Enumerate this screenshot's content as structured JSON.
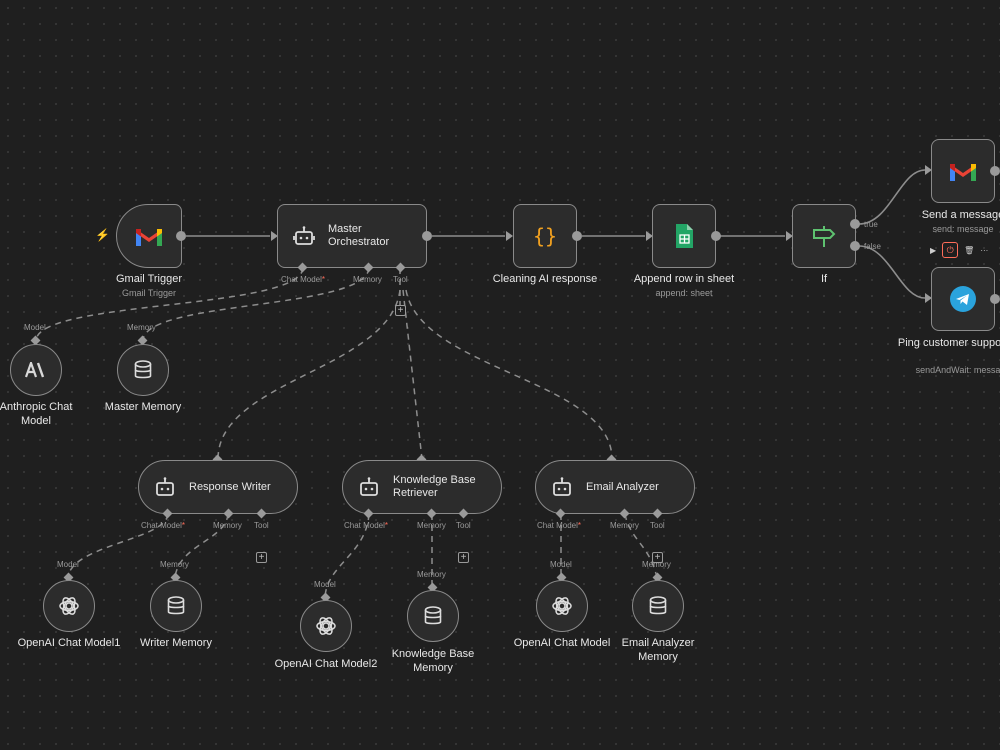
{
  "nodes": {
    "gmail_trigger": {
      "title": "Gmail Trigger",
      "subtitle": "Gmail Trigger"
    },
    "master": {
      "title": "Master Orchestrator",
      "ports": {
        "chat_model": "Chat Model",
        "memory": "Memory",
        "tool": "Tool"
      }
    },
    "cleaning": {
      "title": "Cleaning AI response"
    },
    "append": {
      "title": "Append row in sheet",
      "subtitle": "append: sheet"
    },
    "if": {
      "title": "If",
      "true_label": "true",
      "false_label": "false"
    },
    "send_message": {
      "title": "Send a message",
      "subtitle": "send: message"
    },
    "ping": {
      "title": "Ping customer support DM",
      "subtitle": "sendAndWait: message"
    },
    "anthropic": {
      "title": "Anthropic Chat Model",
      "port": "Model"
    },
    "master_memory": {
      "title": "Master Memory",
      "port": "Memory"
    },
    "response_writer": {
      "title": "Response Writer",
      "ports": {
        "chat_model": "Chat Model",
        "memory": "Memory",
        "tool": "Tool"
      }
    },
    "kb_retriever": {
      "title": "Knowledge Base Retriever",
      "ports": {
        "chat_model": "Chat Model",
        "memory": "Memory",
        "tool": "Tool"
      }
    },
    "email_analyzer": {
      "title": "Email Analyzer",
      "ports": {
        "chat_model": "Chat Model",
        "memory": "Memory",
        "tool": "Tool"
      }
    },
    "openai1": {
      "title": "OpenAI Chat Model1",
      "port": "Model"
    },
    "writer_memory": {
      "title": "Writer Memory",
      "port": "Memory"
    },
    "openai2": {
      "title": "OpenAI Chat Model2",
      "port": "Model"
    },
    "kb_memory": {
      "title": "Knowledge Base Memory",
      "port": "Memory"
    },
    "openai": {
      "title": "OpenAI Chat Model",
      "port": "Model"
    },
    "email_memory": {
      "title": "Email Analyzer Memory",
      "port": "Memory"
    }
  },
  "required_mark": "*",
  "plus": "+",
  "toolbar": {
    "play": "▶",
    "power": "⏻",
    "delete": "🗑",
    "more": "···"
  },
  "icons": {
    "gmail": "gmail-icon",
    "robot": "robot-icon",
    "braces": "code-braces-icon",
    "sheets": "google-sheets-icon",
    "if": "signpost-icon",
    "telegram": "telegram-icon",
    "anthropic": "anthropic-icon",
    "database": "database-icon",
    "openai": "openai-icon"
  },
  "colors": {
    "canvas": "#1f1f1f",
    "node": "#2c2c2c",
    "border": "#8a8a8a",
    "accent": "#ff6d5a",
    "code": "#f0a020",
    "sheets": "#23a566",
    "if": "#5ec270",
    "telegram": "#2aa3dc"
  }
}
